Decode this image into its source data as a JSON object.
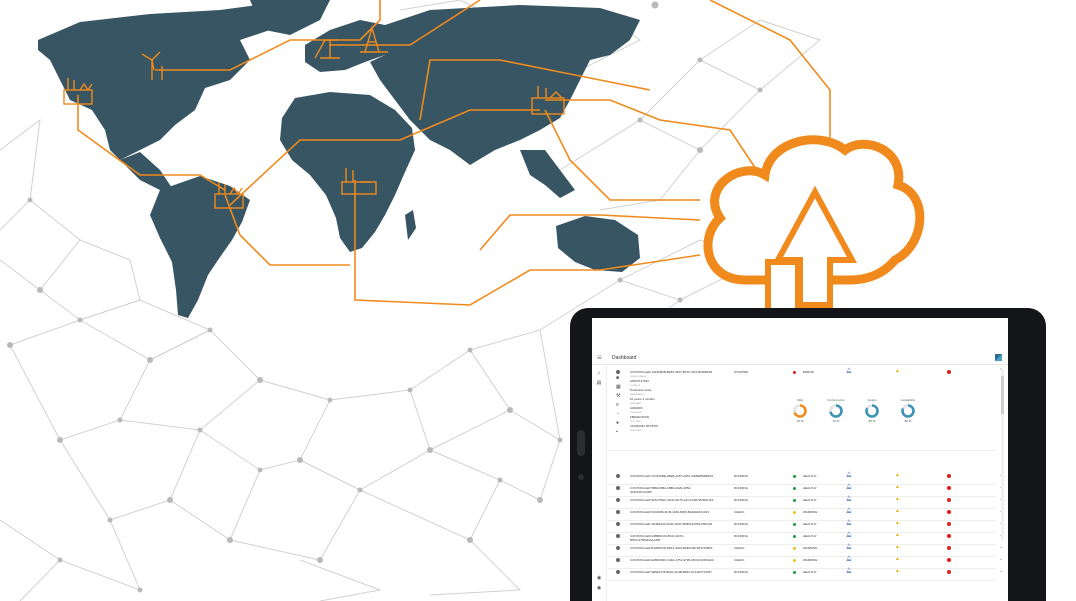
{
  "colors": {
    "map_land": "#375563",
    "accent_orange": "#f08a1c",
    "network_gray": "#c9c9c9",
    "status_healthy": "#1d9e3a",
    "status_warning": "#f0c419",
    "status_error": "#e11d1d",
    "kpi_teal": "#3c93b8"
  },
  "icons": {
    "cloud": "cloud-upload-download-icon",
    "factories": [
      "factory-icon-north-america",
      "wind-turbine-icon",
      "oil-pump-icon",
      "oil-rig-icon",
      "factory-icon-asia",
      "factory-icon-south-america",
      "factory-icon-africa"
    ]
  },
  "dashboard": {
    "menu_icon": "≡",
    "title": "Dashboard",
    "sidebar_icons": [
      "⌂",
      "▤",
      "◉",
      "◉"
    ],
    "expanded_row": {
      "name": "CONTROLLER 44231BDB-BF82-4537-B736-70FT0F6DBF69",
      "state": "STOPPED",
      "health": "ERROR",
      "health_color": "#e11d1d",
      "details": [
        {
          "icon": "■",
          "label": "SERIAL NUMBER",
          "value": "S6004T47843"
        },
        {
          "icon": "▦",
          "label": "LOCATION",
          "value": "Production Area"
        },
        {
          "icon": "⚒",
          "label": "MAINTENANCE",
          "value": "10 years 4 months"
        },
        {
          "icon": "≡",
          "label": "FIRMWARE",
          "value": "A0400D6"
        },
        {
          "icon": "◔",
          "label": "IP ADDRESS",
          "value": "FBD2EC1FFE"
        },
        {
          "icon": "●",
          "label": "LAST SEEN",
          "value": "21/09/2022 05:57PM"
        },
        {
          "icon": "▪",
          "label": "CUSTOMER",
          "value": ""
        }
      ],
      "kpis": [
        {
          "label": "OEE",
          "value": "70 %",
          "percent": 70,
          "color": "#f08a1c"
        },
        {
          "label": "Performance",
          "value": "72 %",
          "percent": 72,
          "color": "#3c93b8"
        },
        {
          "label": "Quality",
          "value": "83 %",
          "percent": 83,
          "color": "#3c93b8"
        },
        {
          "label": "Availability",
          "value": "82 %",
          "percent": 82,
          "color": "#3c93b8"
        }
      ]
    },
    "rows": [
      {
        "name": "CONTROLLER C04146BE-1BE8-4A57-A651-A009EB0DBF51",
        "state": "RUNNING",
        "health": "HEALTHY",
        "dot": "#1d9e3a"
      },
      {
        "name": "CONTROLLER 5B81C5BA-1BB4-4329-A852-\n4F4631D1C0D5",
        "state": "RUNNING",
        "health": "HEALTHY",
        "dot": "#1d9e3a"
      },
      {
        "name": "CONTROLLER 5F517DDF-AD42-4D75-A4C3-94572D6DF163",
        "state": "RUNNING",
        "health": "HEALTHY",
        "dot": "#1d9e3a"
      },
      {
        "name": "CONTROLLER 01D0186-3F45-4180-80F8-B4A0E6131343",
        "state": "CHECK",
        "health": "WARNING",
        "dot": "#f0c419"
      },
      {
        "name": "CONTROLLER 1E4B432A-0D26-4D1F-B6B0-9A55317B2146",
        "state": "RUNNING",
        "health": "HEALTHY",
        "dot": "#1d9e3a"
      },
      {
        "name": "CONTROLLER E3BBDC00-8D13-4D70-\nB5D3-47B7EDA4A455",
        "state": "RUNNING",
        "health": "HEALTHY",
        "dot": "#1d9e3a"
      },
      {
        "name": "CONTROLLER B1050D3D-8DF1-4203-B0E0-2B7F81745B7E",
        "state": "CHECK",
        "health": "WARNING",
        "dot": "#f0c419"
      },
      {
        "name": "CONTROLLER E2BD4F9F-C2E1-4751-9795-0D72CCF8CE3C",
        "state": "CHECK",
        "health": "WARNING",
        "dot": "#f0c419"
      },
      {
        "name": "CONTROLLER 9E5E1378-B0A1-4F0B-B00C-0141D2710397",
        "state": "RUNNING",
        "health": "HEALTHY",
        "dot": "#1d9e3a"
      }
    ]
  }
}
